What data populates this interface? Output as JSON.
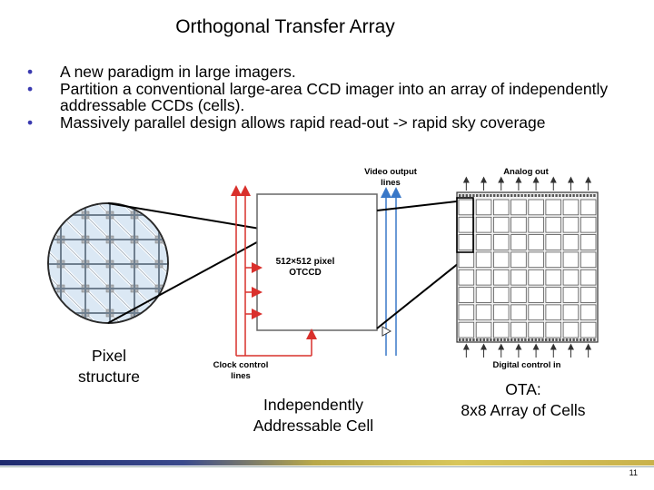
{
  "slide": {
    "title": "Orthogonal Transfer Array",
    "bullets": [
      "A new paradigm in large imagers.",
      "Partition a conventional large-area CCD imager into an array of independently addressable CCDs (cells).",
      "Massively parallel design allows rapid read-out -> rapid sky coverage"
    ],
    "page_number": "11"
  },
  "diagram": {
    "pixel_caption_line1": "Pixel",
    "pixel_caption_line2": "structure",
    "cell_caption_line1": "Independently",
    "cell_caption_line2": "Addressable Cell",
    "ota_caption_line1": "OTA:",
    "ota_caption_line2": "8x8 Array of Cells",
    "video_output_line1": "Video output",
    "video_output_line2": "lines",
    "clock_control_line1": "Clock control",
    "clock_control_line2": "lines",
    "ccd_label_line1": "512×512 pixel",
    "ccd_label_line2": "OTCCD",
    "analog_out": "Analog out",
    "digital_control": "Digital control in",
    "grid_size": 8,
    "colors": {
      "clock_lines": "#d9302c",
      "video_lines": "#3a78c8",
      "footer_dark": "#1e2a6e",
      "footer_gold": "#d8c65a"
    }
  }
}
